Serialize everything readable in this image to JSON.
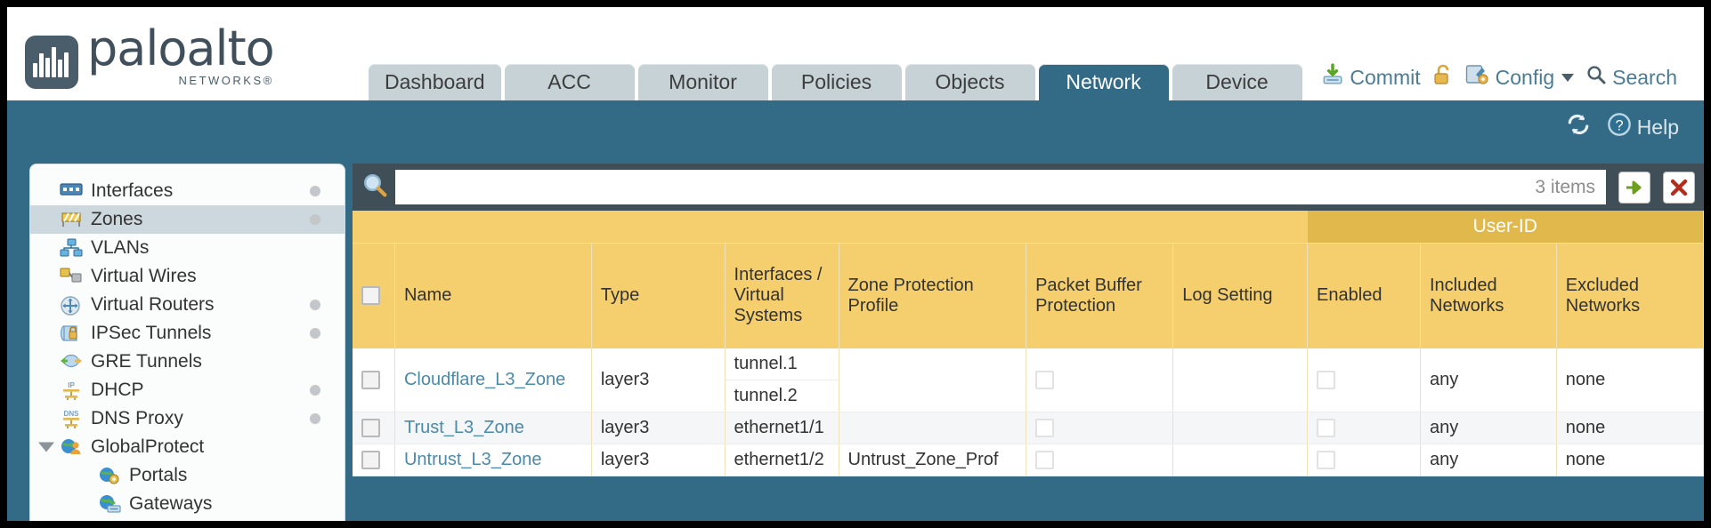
{
  "brand": {
    "name": "paloalto",
    "sub": "NETWORKS®",
    "logo_icon": "paloalto-logo-icon"
  },
  "header": {
    "tabs": [
      {
        "label": "Dashboard",
        "active": false
      },
      {
        "label": "ACC",
        "active": false
      },
      {
        "label": "Monitor",
        "active": false
      },
      {
        "label": "Policies",
        "active": false
      },
      {
        "label": "Objects",
        "active": false
      },
      {
        "label": "Network",
        "active": true
      },
      {
        "label": "Device",
        "active": false
      }
    ],
    "actions": [
      {
        "label": "Commit",
        "icon": "commit-download-icon"
      },
      {
        "label": "",
        "icon": "unlock-padlock-icon"
      },
      {
        "label": "Config",
        "icon": "config-wrench-icon",
        "has_caret": true
      },
      {
        "label": "Search",
        "icon": "search-magnifier-icon"
      }
    ]
  },
  "subbar": {
    "refresh_icon": "refresh-icon",
    "help_icon": "help-question-icon",
    "help_label": "Help"
  },
  "sidebar": {
    "items": [
      {
        "label": "Interfaces",
        "icon": "interfaces-icon",
        "dot": true,
        "selected": false,
        "child": false,
        "expander": false
      },
      {
        "label": "Zones",
        "icon": "zones-icon",
        "dot": true,
        "selected": true,
        "child": false,
        "expander": false
      },
      {
        "label": "VLANs",
        "icon": "vlans-icon",
        "dot": false,
        "selected": false,
        "child": false,
        "expander": false
      },
      {
        "label": "Virtual Wires",
        "icon": "virtual-wires-icon",
        "dot": false,
        "selected": false,
        "child": false,
        "expander": false
      },
      {
        "label": "Virtual Routers",
        "icon": "virtual-routers-icon",
        "dot": true,
        "selected": false,
        "child": false,
        "expander": false
      },
      {
        "label": "IPSec Tunnels",
        "icon": "ipsec-tunnels-icon",
        "dot": true,
        "selected": false,
        "child": false,
        "expander": false
      },
      {
        "label": "GRE Tunnels",
        "icon": "gre-tunnels-icon",
        "dot": false,
        "selected": false,
        "child": false,
        "expander": false
      },
      {
        "label": "DHCP",
        "icon": "dhcp-icon",
        "dot": true,
        "selected": false,
        "child": false,
        "expander": false
      },
      {
        "label": "DNS Proxy",
        "icon": "dns-proxy-icon",
        "dot": true,
        "selected": false,
        "child": false,
        "expander": false
      },
      {
        "label": "GlobalProtect",
        "icon": "globalprotect-icon",
        "dot": false,
        "selected": false,
        "child": false,
        "expander": true
      },
      {
        "label": "Portals",
        "icon": "portals-icon",
        "dot": false,
        "selected": false,
        "child": true,
        "expander": false
      },
      {
        "label": "Gateways",
        "icon": "gateways-icon",
        "dot": false,
        "selected": false,
        "child": true,
        "expander": false
      }
    ]
  },
  "search": {
    "value": "",
    "placeholder": "",
    "icon": "search-magnifier-icon",
    "items_count": "3 items",
    "apply_label": "→",
    "clear_label": "✖"
  },
  "table": {
    "group_header": {
      "label": "User-ID",
      "span": 3
    },
    "columns": [
      "Name",
      "Type",
      "Interfaces / Virtual Systems",
      "Zone Protection Profile",
      "Packet Buffer Protection",
      "Log Setting",
      "Enabled",
      "Included Networks",
      "Excluded Networks"
    ],
    "rows": [
      {
        "selected": false,
        "name": "Cloudflare_L3_Zone",
        "type": "layer3",
        "interfaces": [
          "tunnel.1",
          "tunnel.2"
        ],
        "zone_protection_profile": "",
        "packet_buffer_protection": false,
        "log_setting": "",
        "userid_enabled": false,
        "included_networks": "any",
        "excluded_networks": "none"
      },
      {
        "selected": false,
        "name": "Trust_L3_Zone",
        "type": "layer3",
        "interfaces": [
          "ethernet1/1"
        ],
        "zone_protection_profile": "",
        "packet_buffer_protection": false,
        "log_setting": "",
        "userid_enabled": false,
        "included_networks": "any",
        "excluded_networks": "none"
      },
      {
        "selected": false,
        "name": "Untrust_L3_Zone",
        "type": "layer3",
        "interfaces": [
          "ethernet1/2"
        ],
        "zone_protection_profile": "Untrust_Zone_Prof",
        "packet_buffer_protection": false,
        "log_setting": "",
        "userid_enabled": false,
        "included_networks": "any",
        "excluded_networks": "none"
      }
    ]
  },
  "colors": {
    "brand_blue": "#336b87",
    "tab_inactive": "#c6d2d6",
    "table_header": "#f5ce6d",
    "table_group_header": "#e0b84c",
    "link": "#4a8aab",
    "search_bar": "#404f57"
  }
}
